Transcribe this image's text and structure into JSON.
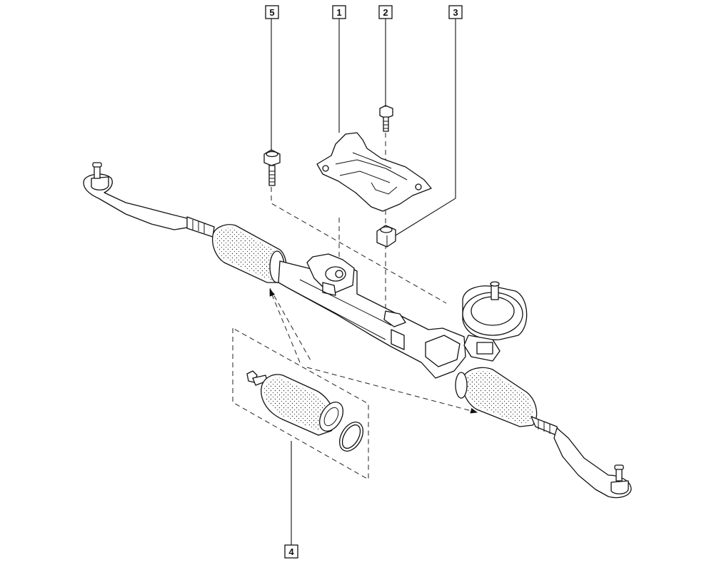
{
  "callouts": [
    {
      "id": "c5",
      "label": "5"
    },
    {
      "id": "c1",
      "label": "1"
    },
    {
      "id": "c2",
      "label": "2"
    },
    {
      "id": "c3",
      "label": "3"
    },
    {
      "id": "c4",
      "label": "4"
    }
  ]
}
